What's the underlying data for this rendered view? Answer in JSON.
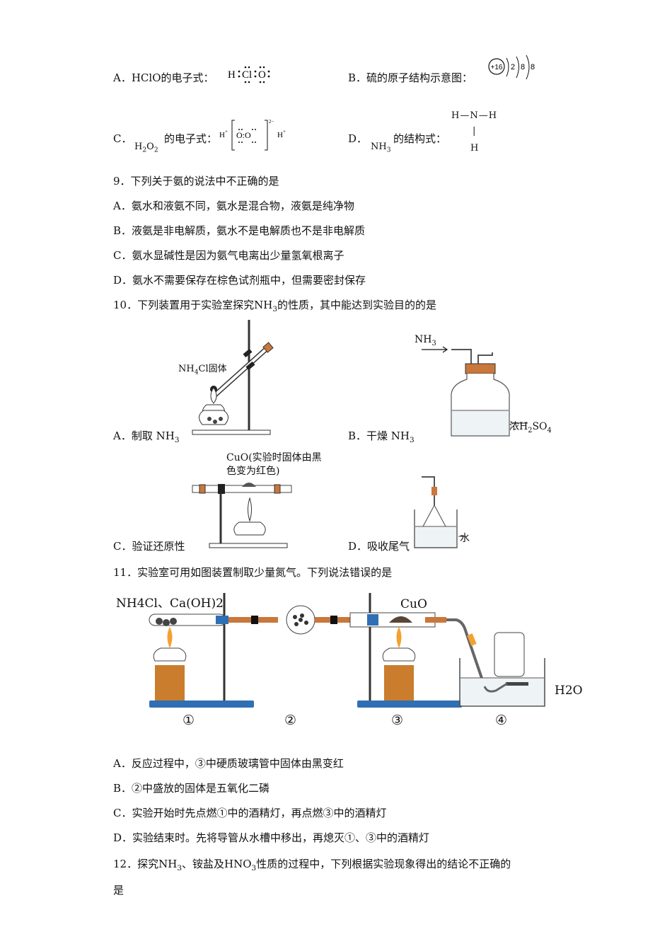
{
  "q8": {
    "A": {
      "letter": "A．",
      "pre": "HClO",
      "suffix": "的电子式：",
      "formula": "H:Cl:O:"
    },
    "B": {
      "letter": "B．",
      "text": "硫的原子结构示意图：",
      "nucleus": "+16",
      "shells": [
        "2",
        "8",
        "8"
      ]
    },
    "C": {
      "letter": "C．",
      "pre": "H",
      "pre_sub": "2",
      "pre2": "O",
      "pre2_sub": "2",
      "suffix": "的电子式：",
      "h_left": "H",
      "h_plus": "+",
      "oo": "O:O",
      "charge": "2−",
      "h_right": "H"
    },
    "D": {
      "letter": "D．",
      "pre": "NH",
      "pre_sub": "3",
      "suffix": "的结构式：",
      "struct_top": "H—N—H",
      "struct_mid": "|",
      "struct_bot": "H"
    }
  },
  "q9": {
    "stem": "9．下列关于氨的说法中不正确的是",
    "options": [
      "A．氨水和液氨不同，氨水是混合物，液氨是纯净物",
      "B．液氨是非电解质，氨水不是电解质也不是非电解质",
      "C．氨水显碱性是因为氨气电离出少量氢氧根离子",
      "D．氨水不需要保存在棕色试剂瓶中，但需要密封保存"
    ]
  },
  "q10": {
    "stem_pre": "10．下列装置用于实验室探究",
    "stem_formula": "NH",
    "stem_sub": "3",
    "stem_post": "的性质，其中能达到实验目的的是",
    "A": {
      "label": "A．制取 NH",
      "sub": "3",
      "fig_label": "NH",
      "fig_sub": "4",
      "fig_post": "Cl固体"
    },
    "B": {
      "label": "B．干燥 NH",
      "sub": "3",
      "fig_nh3": "NH",
      "fig_nh3_sub": "3",
      "fig_acid": "浓H",
      "fig_acid_sub": "2",
      "fig_acid_post": "SO",
      "fig_acid_sub2": "4"
    },
    "C": {
      "label": "C．验证还原性",
      "fig_line1": "CuO(实验时固体由黑",
      "fig_line2": "色变为红色)"
    },
    "D": {
      "label": "D．吸收尾气",
      "fig_water": "水"
    }
  },
  "q11": {
    "stem": "11．实验室可用如图装置制取少量氮气。下列说法错误的是",
    "fig_reagent": "NH4Cl、Ca(OH)2",
    "fig_cuo": "CuO",
    "fig_h2o": "H2O",
    "nums": [
      "①",
      "②",
      "③",
      "④"
    ],
    "options": [
      "A．反应过程中，③中硬质玻璃管中固体由黑变红",
      "B．②中盛放的固体是五氧化二磷",
      "C．实验开始时先点燃①中的酒精灯，再点燃③中的酒精灯",
      "D．实验结束时。先将导管从水槽中移出，再熄灭①、③中的酒精灯"
    ]
  },
  "q12": {
    "stem_pre": "12．探究",
    "nh3": "NH",
    "nh3_sub": "3",
    "mid": "、铵盐及",
    "hno3": "HNO",
    "hno3_sub": "3",
    "stem_post": "性质的过程中，下列根据实验现象得出的结论不正确的",
    "line2": "是"
  },
  "colors": {
    "text": "#111111",
    "glass": "#444444",
    "cork": "#b5622a",
    "orange": "#f2a233",
    "blue": "#2f6fb3"
  }
}
